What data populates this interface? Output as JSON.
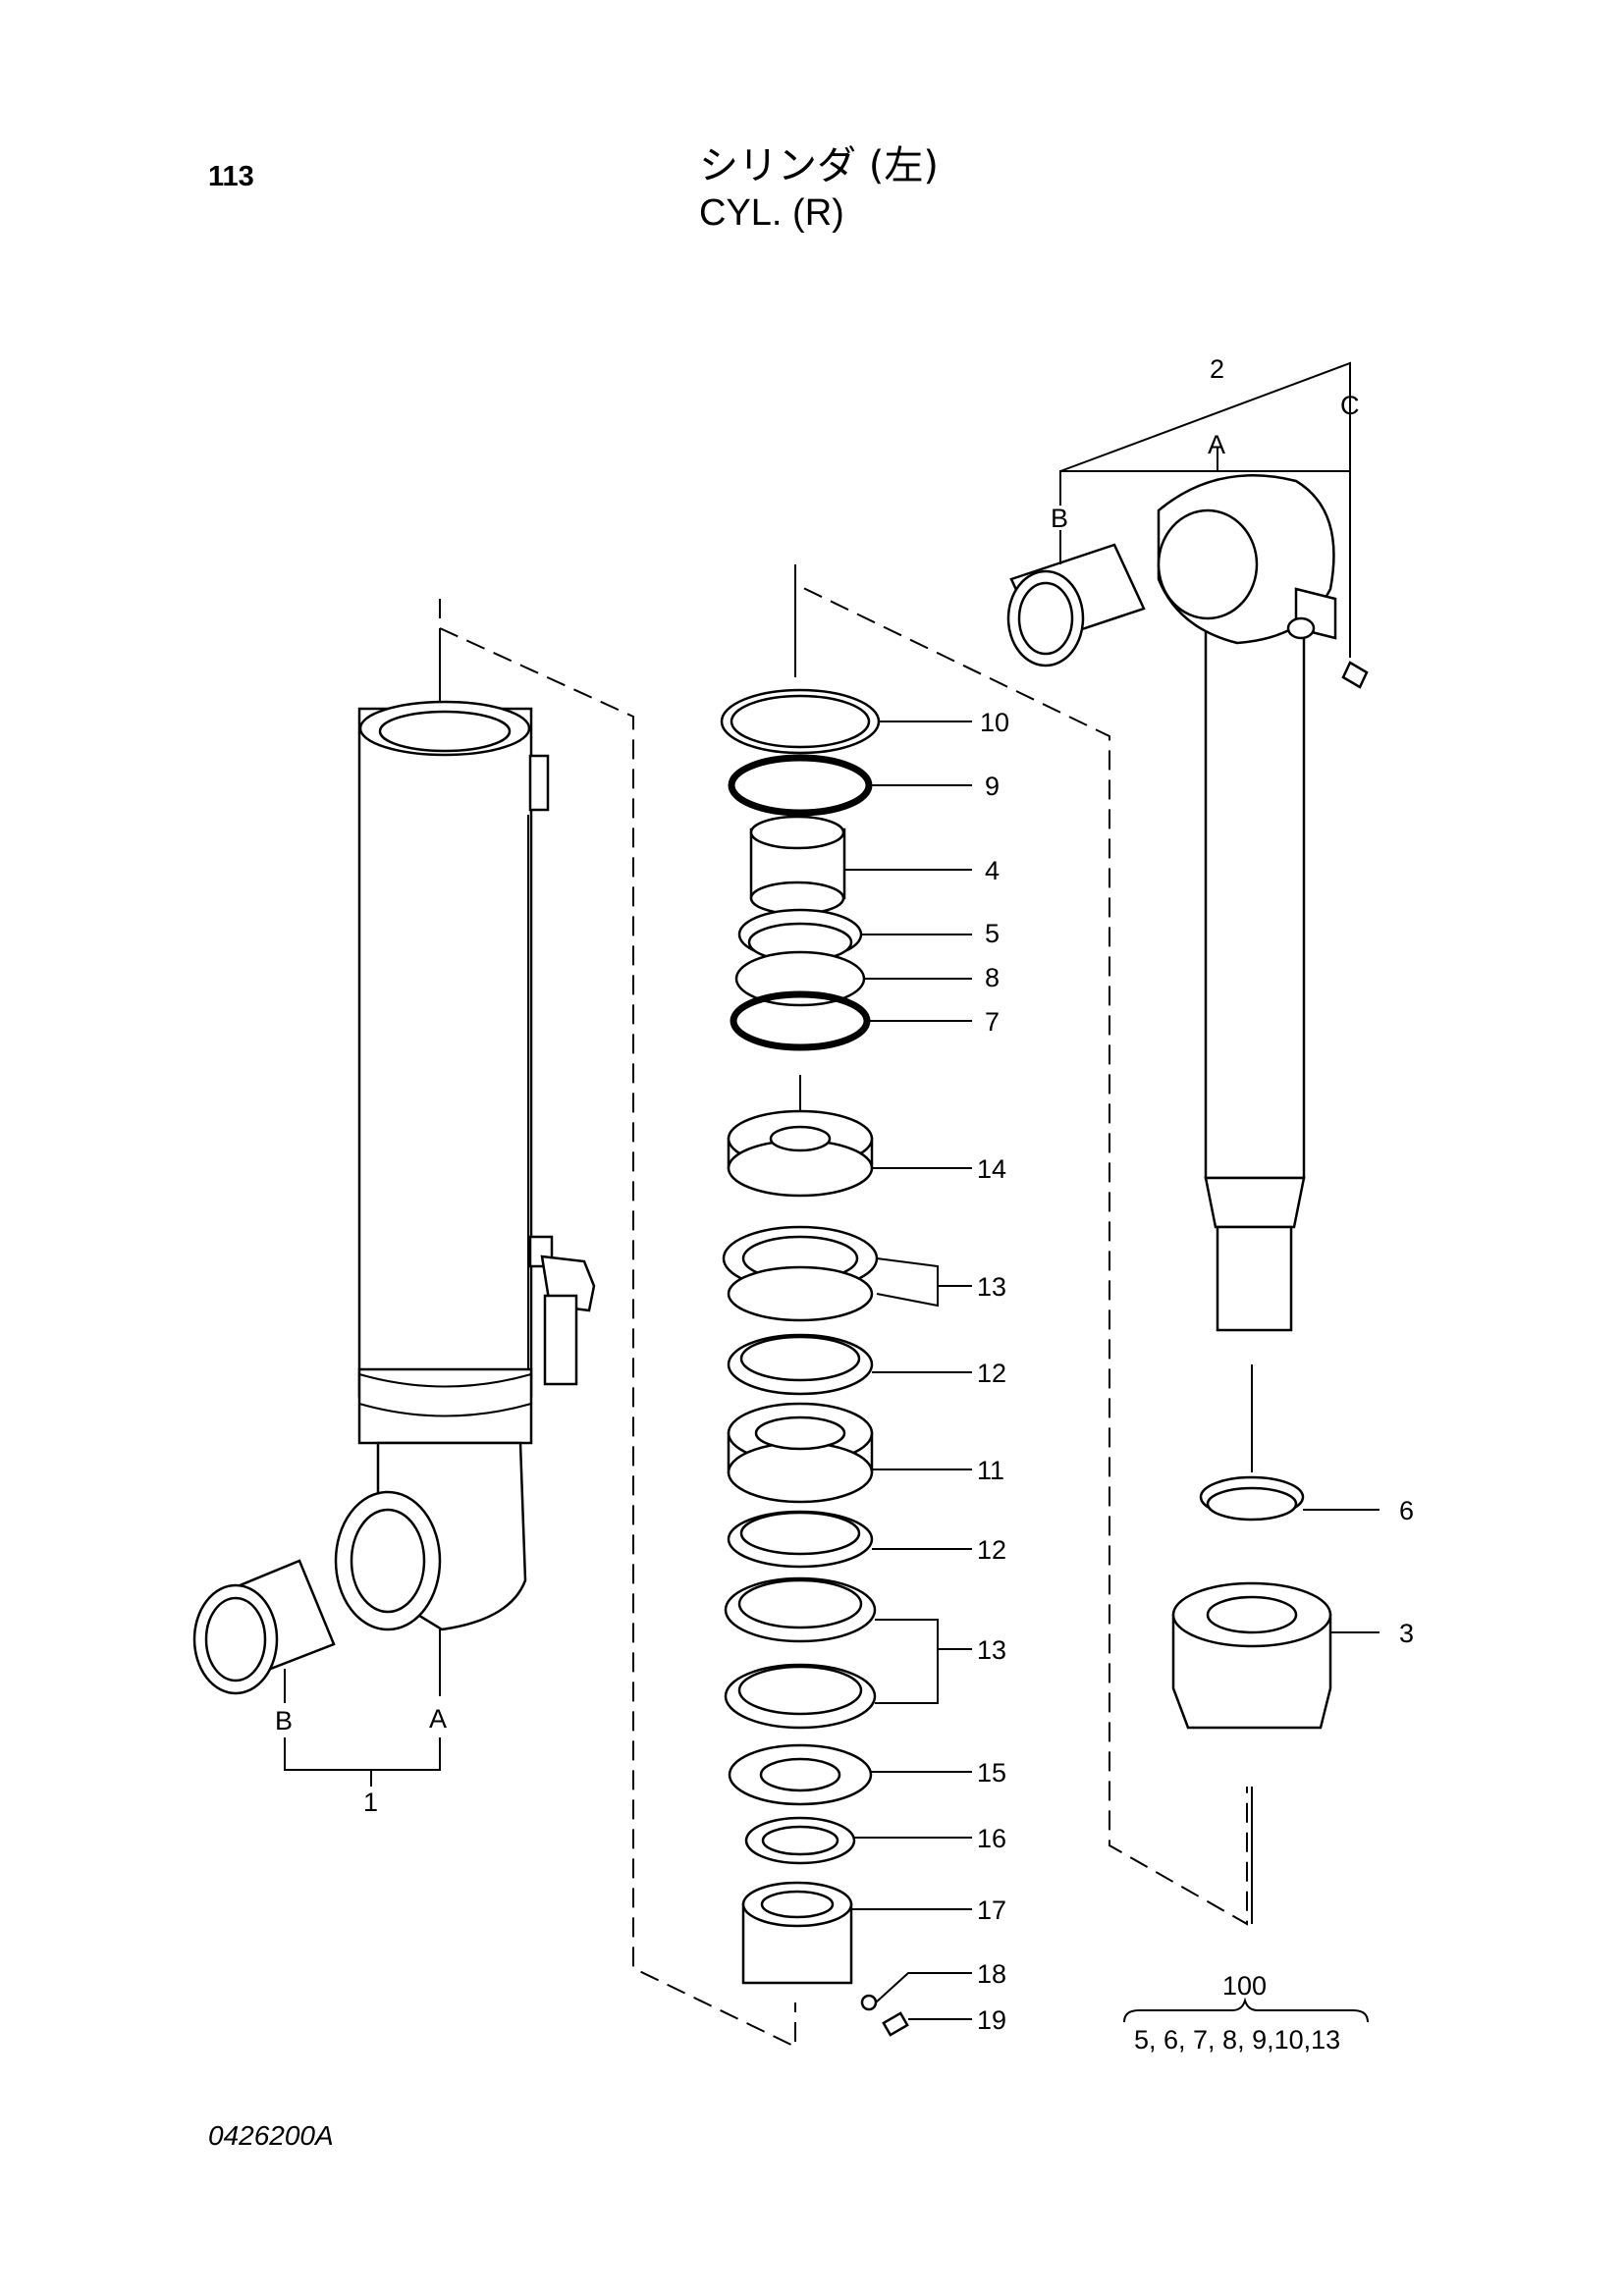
{
  "header": {
    "page_number": "113",
    "title_jp": "シリンダ (左)",
    "title_en": "CYL. (R)"
  },
  "footer": {
    "code": "0426200A"
  },
  "callouts": {
    "c10": "10",
    "c9": "9",
    "c4": "4",
    "c5": "5",
    "c8": "8",
    "c7": "7",
    "c14": "14",
    "c13a": "13",
    "c12a": "12",
    "c11": "11",
    "c12b": "12",
    "c13b": "13",
    "c15": "15",
    "c16": "16",
    "c17": "17",
    "c18": "18",
    "c19": "19",
    "c6": "6",
    "c3": "3",
    "c2": "2",
    "c1": "1"
  },
  "letters": {
    "rod_a": "A",
    "rod_b": "B",
    "rod_c": "C",
    "tube_a": "A",
    "tube_b": "B"
  },
  "kit": {
    "number": "100",
    "contents": "5, 6, 7, 8, 9,10,13"
  }
}
